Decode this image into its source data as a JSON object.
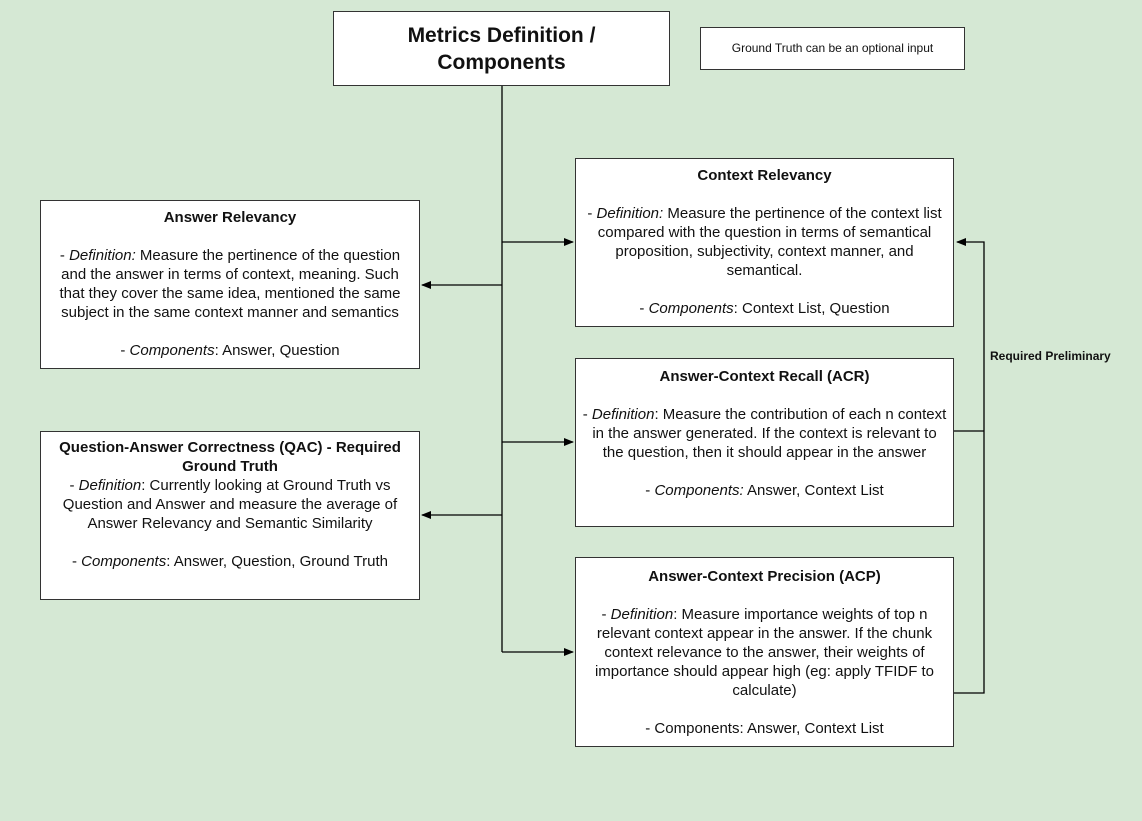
{
  "title": {
    "line1": "Metrics Definition /",
    "line2": "Components"
  },
  "note": "Ground Truth can be an optional input",
  "required_label": "Required Preliminary",
  "answer_relevancy": {
    "title": "Answer Relevancy",
    "def_prefix": "- ",
    "def_label": "Definition:",
    "def_text": " Measure the pertinence of the question and the answer in terms of context, meaning. Such that they cover the same idea, mentioned the same subject in the same context manner and semantics",
    "comp_prefix": "- ",
    "comp_label": "Components",
    "comp_text": ": Answer, Question"
  },
  "qac": {
    "title": "Question-Answer Correctness (QAC) - Required Ground Truth",
    "def_prefix": "- ",
    "def_label": "Definition",
    "def_text": ": Currently looking at Ground Truth vs Question and Answer and measure the average of Answer Relevancy and Semantic Similarity",
    "comp_prefix": "- ",
    "comp_label": "Components",
    "comp_text": ": Answer, Question, Ground Truth"
  },
  "context_relevancy": {
    "title": "Context Relevancy",
    "def_prefix": "- ",
    "def_label": "Definition:",
    "def_text": " Measure the pertinence of the context list compared with the question in terms of semantical proposition, subjectivity, context manner, and semantical.",
    "comp_prefix": "- ",
    "comp_label": "Components",
    "comp_text": ": Context List, Question"
  },
  "acr": {
    "title": "Answer-Context Recall (ACR)",
    "def_prefix": "- ",
    "def_label": "Definition",
    "def_text": ": Measure the contribution of each n context in the answer generated. If the context is relevant to the question, then it should appear in the answer",
    "comp_prefix": "- ",
    "comp_label": "Components:",
    "comp_text": " Answer, Context List"
  },
  "acp": {
    "title": "Answer-Context Precision (ACP)",
    "def_prefix": "- ",
    "def_label": "Definition",
    "def_text": ": Measure importance weights of top n relevant context appear in the answer. If the chunk context relevance to the answer, their weights of importance should appear high (eg: apply TFIDF to calculate)",
    "comp_text": "- Components: Answer, Context List"
  },
  "colors": {
    "background": "#d5e8d4",
    "box_fill": "#ffffff",
    "line": "#000000"
  }
}
